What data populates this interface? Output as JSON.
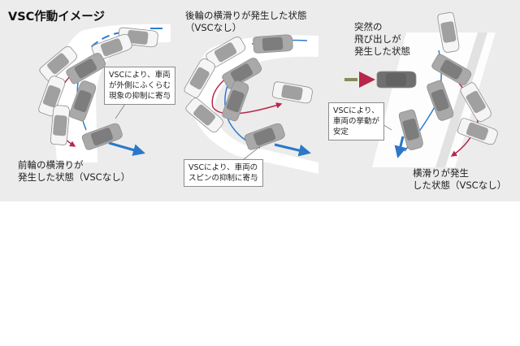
{
  "title": "VSC作動イメージ",
  "panels": [
    {
      "top_label": "",
      "bottom_label": "前輪の横滑りが\n発生した状態（VSCなし）",
      "callout": "VSCにより、車両\nが外側にふくらむ\n現象の抑制に寄与"
    },
    {
      "top_label": "後輪の横滑りが発生した状態\n（VSCなし）",
      "bottom_label": "",
      "callout": "VSCにより、車両の\nスピンの抑制に寄与"
    },
    {
      "top_label": "突然の\n飛び出しが\n発生した状態",
      "bottom_label": "横滑りが発生\nした状態（VSCなし）",
      "callout": "VSCにより、\n車両の挙動が\n安定"
    }
  ],
  "colors": {
    "background": "#ececec",
    "road": "#ffffff",
    "lane_blue": "#2f7ccf",
    "skid_red": "#b8264a",
    "arrow_blue": "#2b78c8",
    "ghost_car": "#f5f5f5",
    "active_car": "#a9a9a9",
    "obstacle_car": "#6f6f6f"
  }
}
